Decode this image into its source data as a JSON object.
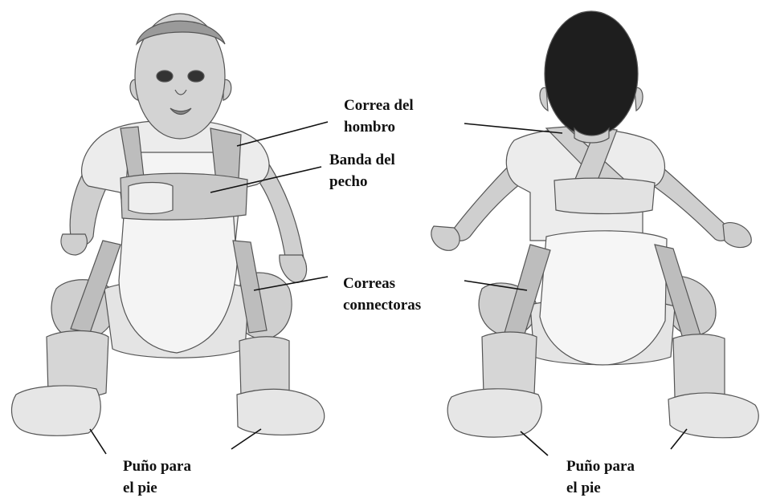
{
  "labels": {
    "shoulder_strap": {
      "line1": "Correa del",
      "line2": "hombro"
    },
    "chest_band": {
      "line1": "Banda del",
      "line2": "pecho"
    },
    "connector_straps": {
      "line1": "Correas",
      "line2": "connectoras"
    },
    "foot_cuff_left": {
      "line1": "Puño para",
      "line2": "el pie"
    },
    "foot_cuff_right": {
      "line1": "Puño para",
      "line2": "el pie"
    }
  },
  "colors": {
    "ink": "#111111",
    "skin": "#cfcfcf",
    "hair": "#1e1e1e",
    "strap": "#bdbdbd",
    "garment": "#f1f1f1",
    "diaper": "#e4e4e4"
  }
}
